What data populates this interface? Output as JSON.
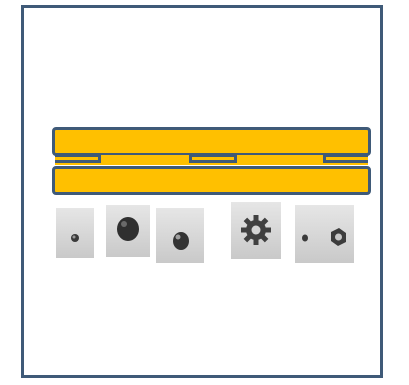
{
  "colors": {
    "frame_border": "#3f5a78",
    "bar_fill": "#ffc000",
    "bar_border": "#3f5a78",
    "photo_background": "#d7d7d7",
    "hardware": "#3a3a3a"
  },
  "hardware_parts": [
    {
      "name": "small-screw",
      "icon": "small-screw-icon"
    },
    {
      "name": "rivet-head",
      "icon": "rivet-head-icon"
    },
    {
      "name": "dome-bolt",
      "icon": "dome-bolt-icon"
    },
    {
      "name": "star-lock-washer",
      "icon": "star-washer-icon"
    },
    {
      "name": "screw-and-hex-nut",
      "icon": "hex-nut-icon"
    }
  ]
}
